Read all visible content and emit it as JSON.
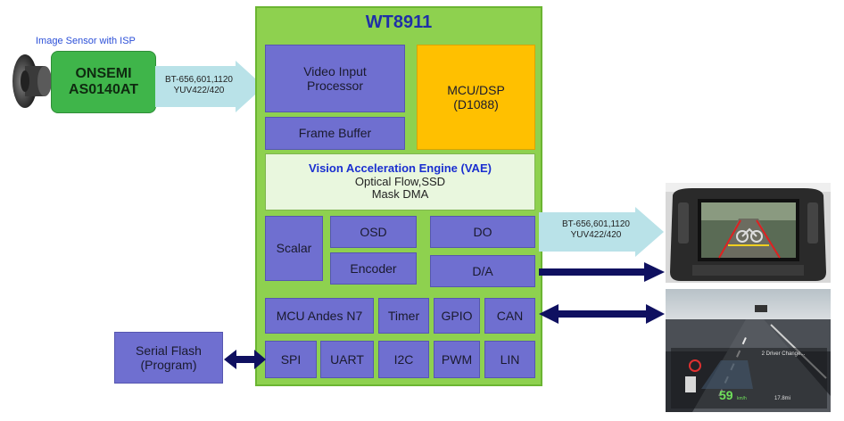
{
  "sensor": {
    "caption": "Image Sensor with ISP",
    "name_line1": "ONSEMI",
    "name_line2": "AS0140AT"
  },
  "input_link": {
    "line1": "BT-656,601,1120",
    "line2": "YUV422/420"
  },
  "output_link": {
    "line1": "BT-656,601,1120",
    "line2": "YUV422/420"
  },
  "chip": {
    "title": "WT8911",
    "vip_line1": "Video Input",
    "vip_line2": "Processor",
    "mcu_line1": "MCU/DSP",
    "mcu_line2": "(D1088)",
    "frame_buffer": "Frame Buffer",
    "vae_title": "Vision Acceleration Engine (VAE)",
    "vae_line2": "Optical Flow,SSD",
    "vae_line3": "Mask DMA",
    "scalar": "Scalar",
    "osd": "OSD",
    "encoder": "Encoder",
    "do": "DO",
    "da": "D/A",
    "mcu_andes": "MCU Andes N7",
    "timer": "Timer",
    "gpio": "GPIO",
    "can": "CAN",
    "spi": "SPI",
    "uart": "UART",
    "i2c": "I2C",
    "pwm": "PWM",
    "lin": "LIN"
  },
  "flash": {
    "line1": "Serial Flash",
    "line2": "(Program)"
  },
  "hud": {
    "message": "2 Driver Change...",
    "speed": "59",
    "speed_unit": "km/h",
    "distance": "17.8mi"
  },
  "colors": {
    "chip_bg": "#8ed14f",
    "block_purple": "#6f6fd0",
    "mcu_orange": "#ffc000",
    "vae_bg": "#e9f7de",
    "link_arrow": "#b9e2e8",
    "bus_arrow": "#0f1060",
    "sensor_green": "#3fb54a"
  }
}
